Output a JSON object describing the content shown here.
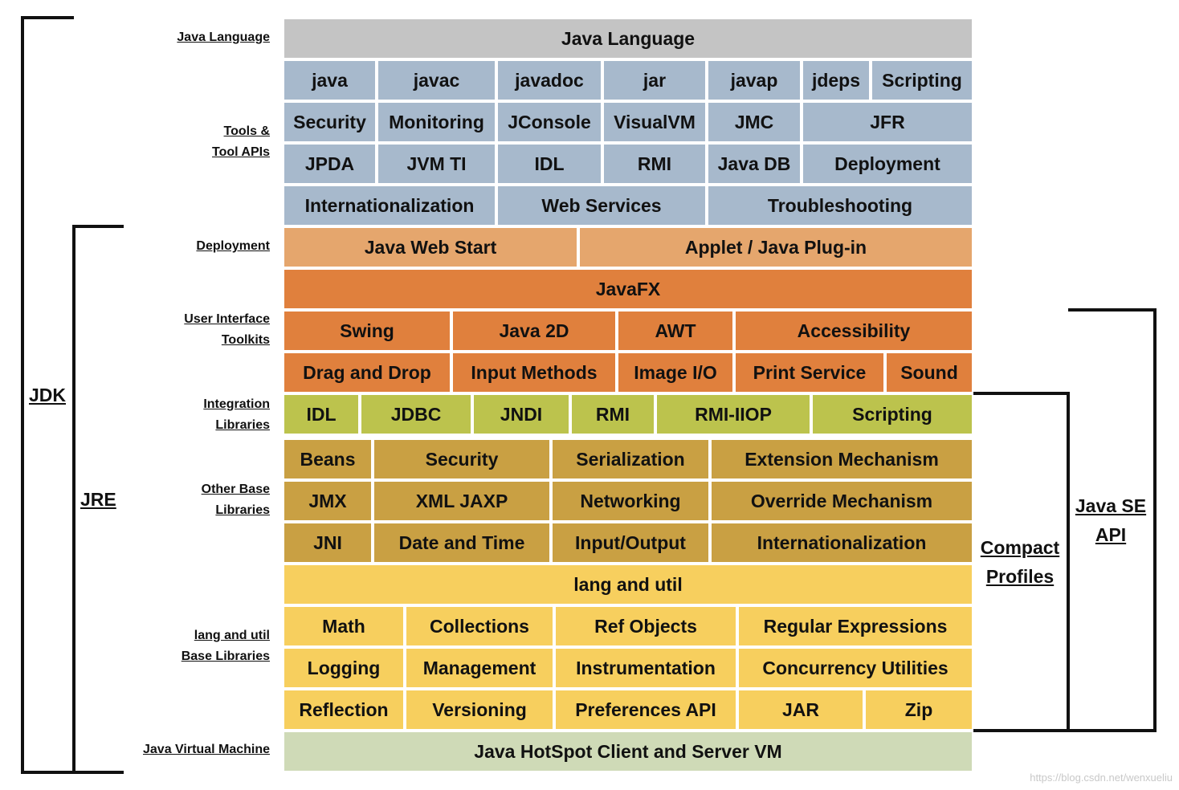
{
  "row_labels": {
    "java_language": "Java Language",
    "tools_line1": "Tools &",
    "tools_line2": "Tool APIs",
    "deployment": "Deployment",
    "ui_line1": "User Interface",
    "ui_line2": "Toolkits",
    "integration_line1": "Integration",
    "integration_line2": "Libraries",
    "other_line1": "Other Base",
    "other_line2": "Libraries",
    "lang_line1": "lang and util",
    "lang_line2": "Base Libraries",
    "jvm": "Java Virtual Machine"
  },
  "brackets": {
    "jdk": "JDK",
    "jre": "JRE",
    "compact_line1": "Compact",
    "compact_line2": "Profiles",
    "javase_line1": "Java SE",
    "javase_line2": "API"
  },
  "colors": {
    "java_language": "#c4c4c4",
    "tools": "#a7b9cc",
    "deployment": "#e5a66d",
    "ui_toolkits": "#e0803d",
    "integration": "#bcc34d",
    "other_base": "#c9a043",
    "lang_util": "#f7cf5e",
    "jvm": "#cfdab7"
  },
  "cells": {
    "java_language": "Java Language",
    "tools_row1": [
      "java",
      "javac",
      "javadoc",
      "jar",
      "javap",
      "jdeps",
      "Scripting"
    ],
    "tools_row2": [
      "Security",
      "Monitoring",
      "JConsole",
      "VisualVM",
      "JMC",
      "JFR"
    ],
    "tools_row3": [
      "JPDA",
      "JVM TI",
      "IDL",
      "RMI",
      "Java DB",
      "Deployment"
    ],
    "tools_row4": [
      "Internationalization",
      "Web Services",
      "Troubleshooting"
    ],
    "deployment": [
      "Java Web Start",
      "Applet / Java Plug-in"
    ],
    "javafx": "JavaFX",
    "ui_row1": [
      "Swing",
      "Java 2D",
      "AWT",
      "Accessibility"
    ],
    "ui_row2": [
      "Drag and Drop",
      "Input Methods",
      "Image I/O",
      "Print Service",
      "Sound"
    ],
    "integration": [
      "IDL",
      "JDBC",
      "JNDI",
      "RMI",
      "RMI-IIOP",
      "Scripting"
    ],
    "other_row1": [
      "Beans",
      "Security",
      "Serialization",
      "Extension Mechanism"
    ],
    "other_row2": [
      "JMX",
      "XML JAXP",
      "Networking",
      "Override Mechanism"
    ],
    "other_row3": [
      "JNI",
      "Date and Time",
      "Input/Output",
      "Internationalization"
    ],
    "lang_util": "lang and util",
    "lang_row1": [
      "Math",
      "Collections",
      "Ref Objects",
      "Regular Expressions"
    ],
    "lang_row2": [
      "Logging",
      "Management",
      "Instrumentation",
      "Concurrency Utilities"
    ],
    "lang_row3": [
      "Reflection",
      "Versioning",
      "Preferences API",
      "JAR",
      "Zip"
    ],
    "jvm": "Java HotSpot Client and Server VM"
  },
  "watermark": "https://blog.csdn.net/wenxueliu"
}
